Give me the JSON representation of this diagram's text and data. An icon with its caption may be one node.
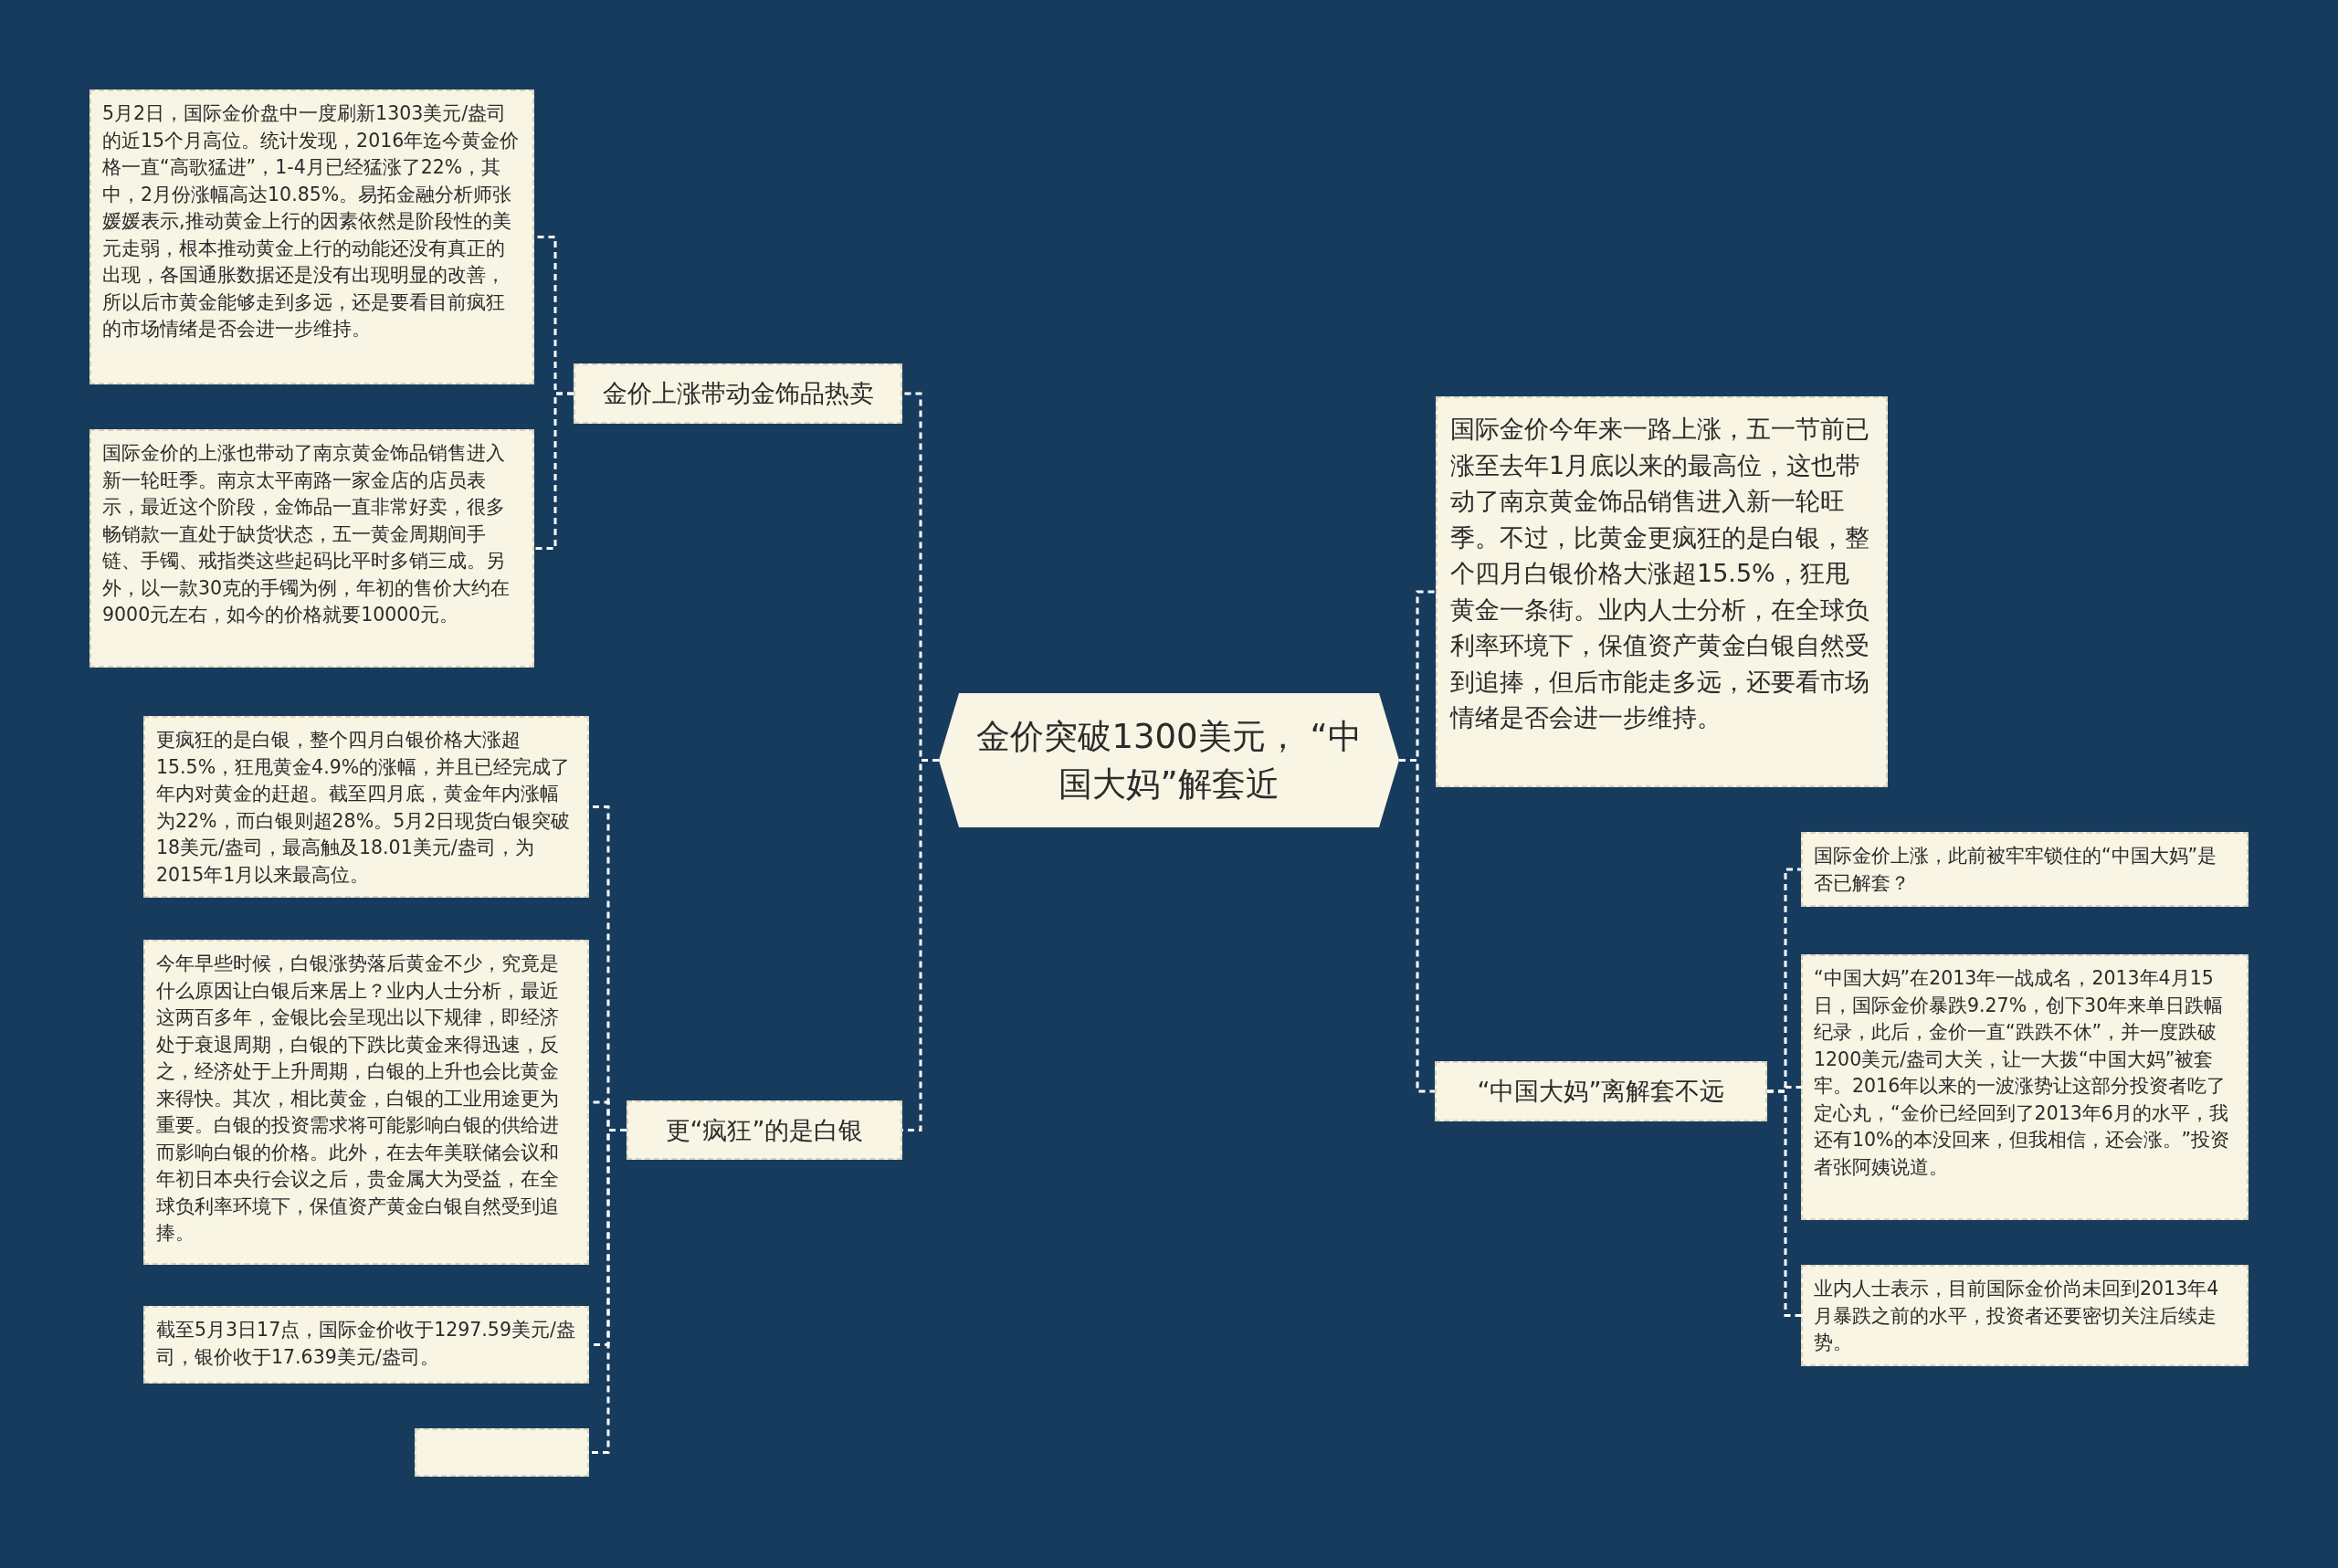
{
  "diagram": {
    "nodes": [
      {
        "text": [
          "金价突破1300美元，  “中国大妈”解套近"
        ]
      },
      {
        "text": [
          "金价上涨带动金饰品热卖"
        ]
      },
      {
        "text": [
          "5月2日，国际金价盘中一度刷新1303美元/盎司的近15个月高位。统计发现，2016年迄今黄金价格一直“高歌猛进”，1-4月已经猛涨了22%，其中，2月份涨幅高达10.85%。易拓金融分析师张媛媛表示,推动黄金上行的因素依然是阶段性的美元走弱，根本推动黄金上行的动能还没有真正的出现，各国通胀数据还是没有出现明显的改善，所以后市黄金能够走到多远，还是要看目前疯狂的市场情绪是否会进一步维持。"
        ]
      },
      {
        "text": [
          "国际金价的上涨也带动了南京黄金饰品销售进入新一轮旺季。南京太平南路一家金店的店员表示，最近这个阶段，金饰品一直非常好卖，很多畅销款一直处于缺货状态，五一黄金周期间手链、手镯、戒指类这些起码比平时多销三成。另外，以一款30克的手镯为例，年初的售价大约在9000元左右，如今的价格就要10000元。"
        ]
      },
      {
        "text": [
          "更“疯狂”的是白银"
        ]
      },
      {
        "text": [
          "更疯狂的是白银，整个四月白银价格大涨超15.5%，狂甩黄金4.9%的涨幅，并且已经完成了年内对黄金的赶超。截至四月底，黄金年内涨幅为22%，而白银则超28%。5月2日现货白银突破18美元/盎司，最高触及18.01美元/盎司，为2015年1月以来最高位。"
        ]
      },
      {
        "text": [
          "今年早些时候，白银涨势落后黄金不少，究竟是什么原因让白银后来居上？业内人士分析，最近这两百多年，金银比会呈现出以下规律，即经济处于衰退周期，白银的下跌比黄金来得迅速，反之，经济处于上升周期，白银的上升也会比黄金来得快。其次，相比黄金，白银的工业用途更为重要。白银的投资需求将可能影响白银的供给进而影响白银的价格。此外，在去年美联储会议和年初日本央行会议之后，贵金属大为受益，在全球负利率环境下，保值资产黄金白银自然受到追捧。"
        ]
      },
      {
        "text": [
          "截至5月3日17点，国际金价收于1297.59美元/盎司，银价收于17.639美元/盎司。"
        ]
      },
      {
        "text": [],
        "shape": "box"
      },
      {
        "text": [
          "国际金价今年来一路上涨，五一节前已涨至去年1月底以来的最高位，这也带动了南京黄金饰品销售进入新一轮旺季。不过，比黄金更疯狂的是白银，整个四月白银价格大涨超15.5%，狂甩黄金一条街。业内人士分析，在全球负利率环境下，保值资产黄金白银自然受到追捧，但后市能走多远，还要看市场情绪是否会进一步维持。"
        ]
      },
      {
        "text": [
          "“中国大妈”离解套不远"
        ]
      },
      {
        "text": [
          "国际金价上涨，此前被牢牢锁住的“中国大妈”是否已解套？"
        ]
      },
      {
        "text": [
          "“中国大妈”在2013年一战成名，2013年4月15日，国际金价暴跌9.27%，创下30年来单日跌幅纪录，此后，金价一直“跌跌不休”，并一度跌破1200美元/盎司大关，让一大拨“中国大妈”被套牢。2016年以来的一波涨势让这部分投资者吃了定心丸，“金价已经回到了2013年6月的水平，我还有10%的本没回来，但我相信，还会涨。”投资者张阿姨说道。"
        ]
      },
      {
        "text": [
          "业内人士表示，目前国际金价尚未回到2013年4月暴跌之前的水平，投资者还要密切关注后续走势。"
        ]
      }
    ],
    "edges": [
      {
        "from": 0,
        "to": 1,
        "arrow": "none"
      },
      {
        "from": 1,
        "to": 2,
        "arrow": "none"
      },
      {
        "from": 1,
        "to": 3,
        "arrow": "none"
      },
      {
        "from": 0,
        "to": 4,
        "arrow": "none"
      },
      {
        "from": 4,
        "to": 5,
        "arrow": "none"
      },
      {
        "from": 4,
        "to": 6,
        "arrow": "none"
      },
      {
        "from": 4,
        "to": 7,
        "arrow": "none"
      },
      {
        "from": 4,
        "to": 8,
        "arrow": "none"
      },
      {
        "from": 0,
        "to": 9,
        "arrow": "none"
      },
      {
        "from": 0,
        "to": 10,
        "arrow": "none"
      },
      {
        "from": 10,
        "to": 11,
        "arrow": "none"
      },
      {
        "from": 10,
        "to": 12,
        "arrow": "none"
      },
      {
        "from": 10,
        "to": 13,
        "arrow": "none"
      }
    ]
  }
}
